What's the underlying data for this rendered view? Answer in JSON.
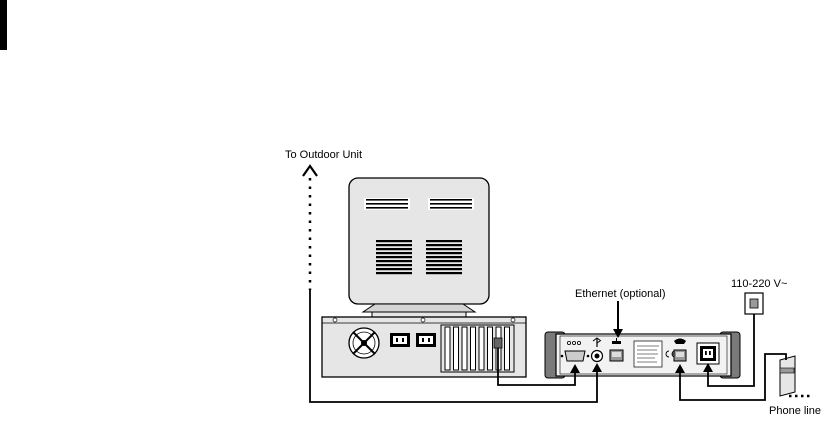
{
  "labels": {
    "outdoor_unit": "To Outdoor Unit",
    "ethernet": "Ethernet (optional)",
    "power": "110-220 V~",
    "phone_line": "Phone line"
  },
  "icons": {
    "serial_port": "serial-port-icon",
    "usb_port": "usb-icon",
    "ethernet_port": "ethernet-icon",
    "phone_port": "phone-icon",
    "power_socket": "power-socket-icon",
    "fan": "fan-icon"
  },
  "colors": {
    "line": "#000000",
    "device_fill": "#e6e6e6",
    "device_dark": "#7a7a7a",
    "panel_fill": "#f2f2f2"
  }
}
